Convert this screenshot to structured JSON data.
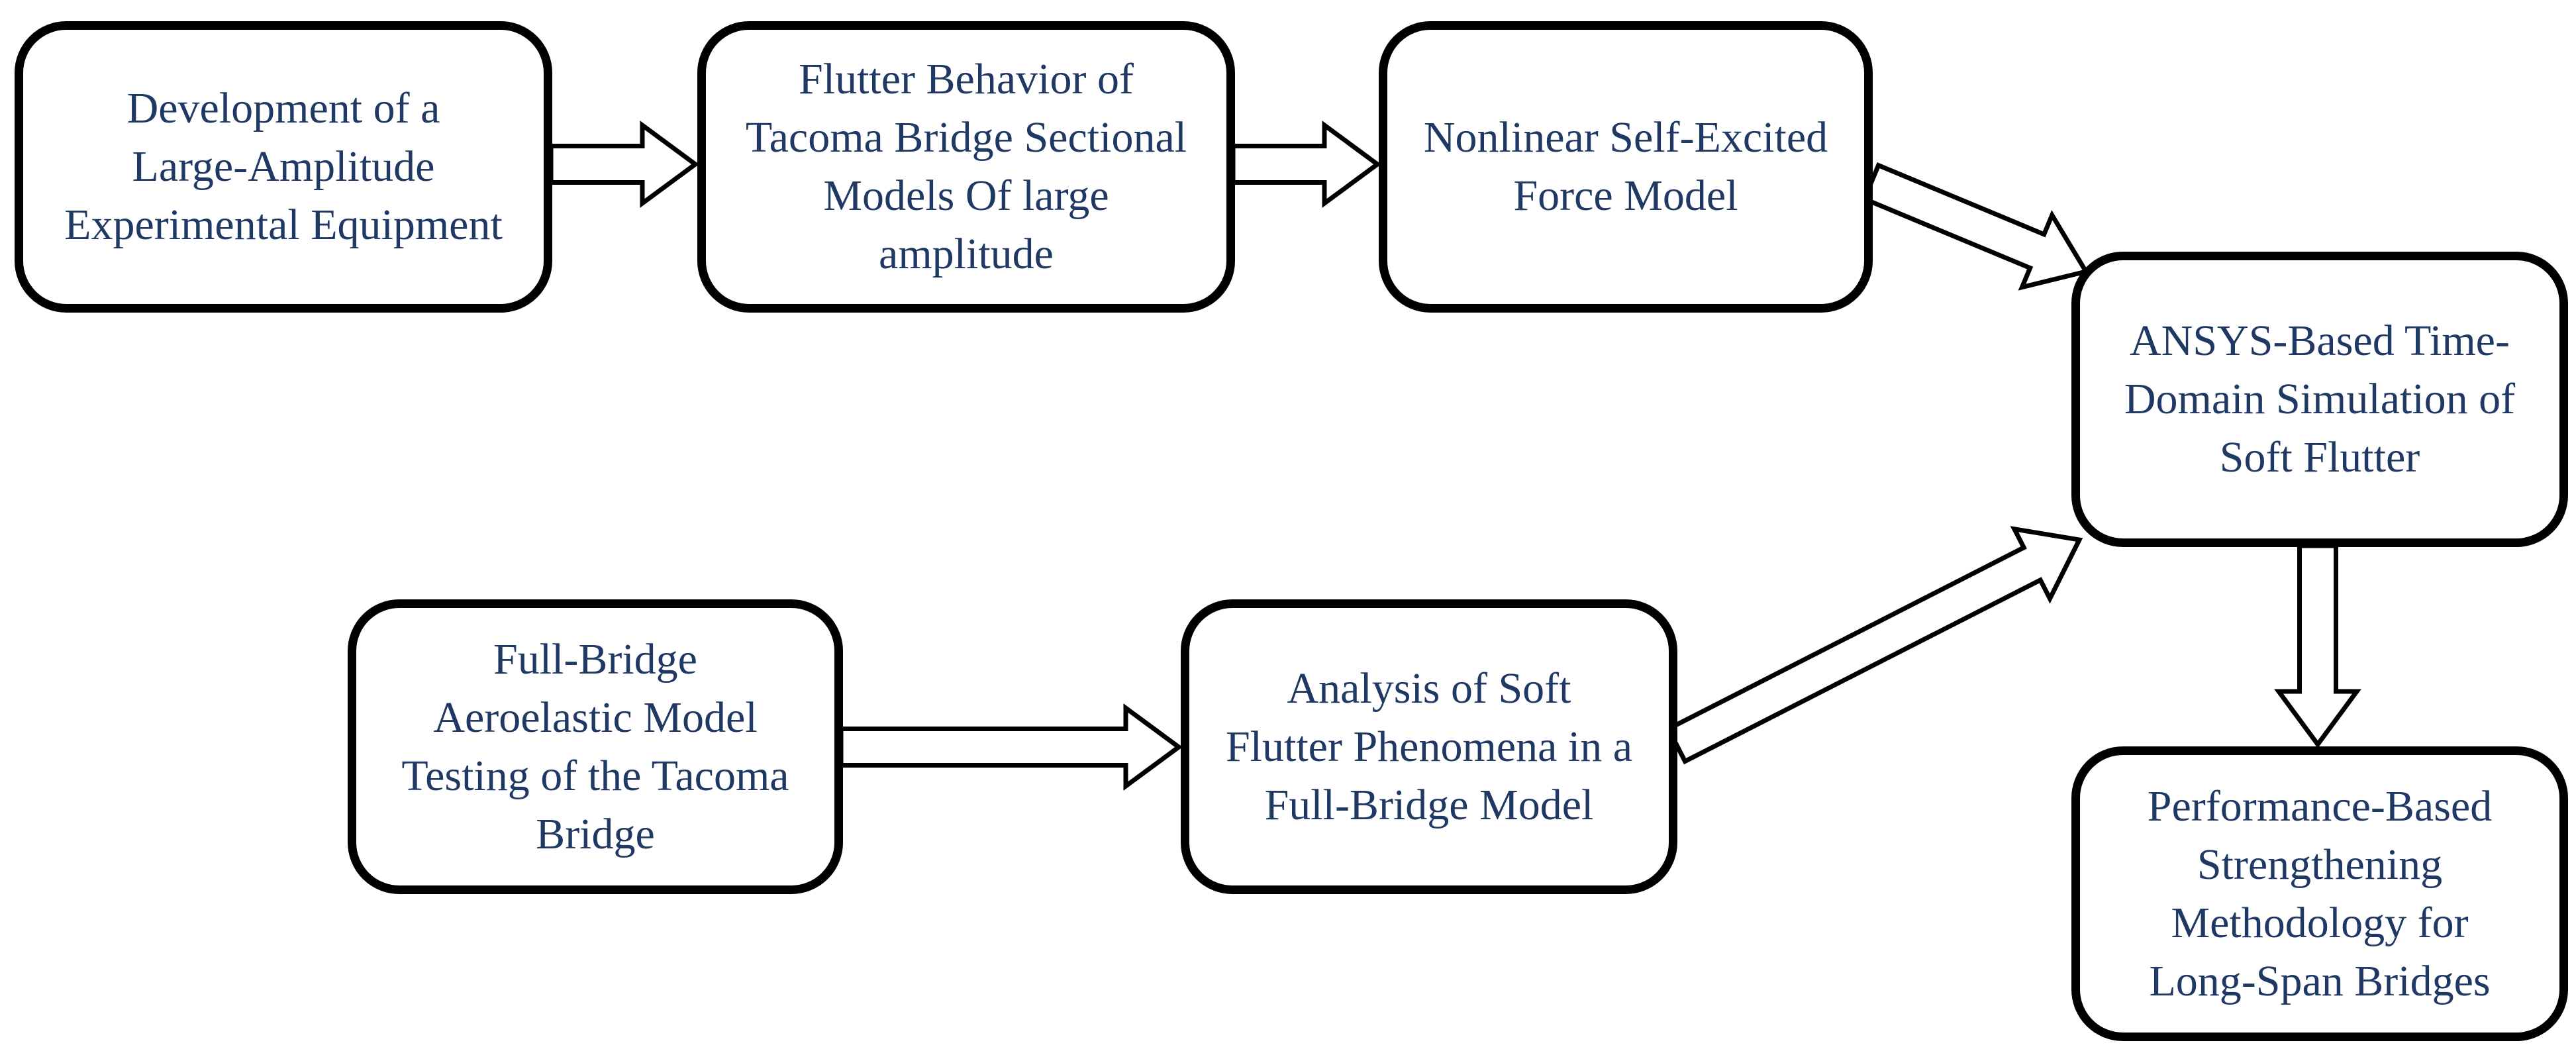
{
  "colors": {
    "text": "#1f3864",
    "stroke": "#000000",
    "background": "#ffffff"
  },
  "nodes": {
    "large_amplitude_equipment": "Development of a\nLarge-Amplitude\nExperimental Equipment",
    "sectional_model_flutter": "Flutter Behavior of\nTacoma Bridge Sectional\nModels Of large\namplitude",
    "self_excited_force_model": "Nonlinear Self-Excited\nForce Model",
    "ansys_simulation": "ANSYS-Based Time-\nDomain Simulation of\nSoft Flutter",
    "full_bridge_testing": "Full-Bridge\nAeroelastic Model\nTesting of the Tacoma\nBridge",
    "soft_flutter_analysis": "Analysis of Soft\nFlutter Phenomena in a\nFull-Bridge Model",
    "strengthening_methodology": "Performance-Based\nStrengthening\nMethodology for\nLong-Span Bridges"
  },
  "edges": [
    {
      "from": "large_amplitude_equipment",
      "to": "sectional_model_flutter"
    },
    {
      "from": "sectional_model_flutter",
      "to": "self_excited_force_model"
    },
    {
      "from": "self_excited_force_model",
      "to": "ansys_simulation"
    },
    {
      "from": "full_bridge_testing",
      "to": "soft_flutter_analysis"
    },
    {
      "from": "soft_flutter_analysis",
      "to": "ansys_simulation"
    },
    {
      "from": "ansys_simulation",
      "to": "strengthening_methodology"
    }
  ]
}
